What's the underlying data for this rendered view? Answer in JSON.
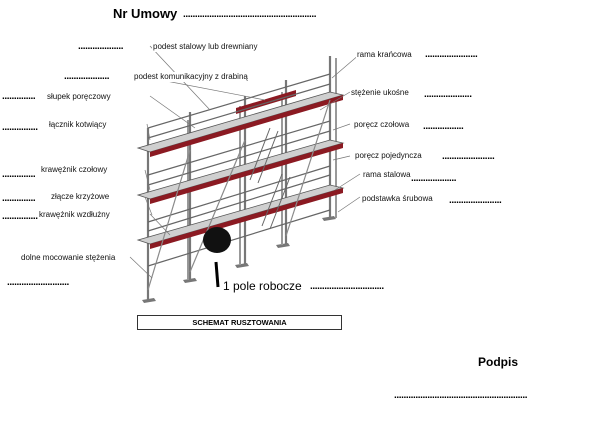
{
  "header": {
    "title": "Nr Umowy",
    "dots": "........................................................"
  },
  "labels_left": [
    {
      "id": "podest-stalowy",
      "text": "podest stalowy lub drewniany",
      "dots": "..................."
    },
    {
      "id": "podest-komunikacyjny",
      "text": "podest komunikacyjny z drabiną",
      "dots": "..................."
    },
    {
      "id": "slupek",
      "text": "słupek poręczowy",
      "dots": ".............."
    },
    {
      "id": "lacznik",
      "text": "łącznik kotwiący",
      "dots": "..............."
    },
    {
      "id": "krawęznik-czolowy",
      "text": "krawężnik czołowy",
      "dots": ".............."
    },
    {
      "id": "zlacze",
      "text": "złącze krzyżowe",
      "dots": ".............."
    },
    {
      "id": "krawęznik-wzdluzny",
      "text": "krawężnik wzdłużny",
      "dots": "..............."
    },
    {
      "id": "dolne-mocowanie",
      "text": "dolne mocowanie stężenia",
      "dots": ".........................."
    }
  ],
  "labels_right": [
    {
      "id": "rama-krancowa",
      "text": "rama krańcowa",
      "dots": "......................"
    },
    {
      "id": "stezenie",
      "text": "stężenie ukośne",
      "dots": "...................."
    },
    {
      "id": "porecz-czolowa",
      "text": "poręcz czołowa",
      "dots": "................."
    },
    {
      "id": "porecz-pojedyncza",
      "text": "poręcz pojedyncza",
      "dots": "......................"
    },
    {
      "id": "rama-stalowa",
      "text": "rama stalowa",
      "dots": "..................."
    },
    {
      "id": "podstawka",
      "text": "podstawka śrubowa",
      "dots": "......................"
    }
  ],
  "pole": {
    "text": "1 pole robocze",
    "dots": "..............................."
  },
  "schemat": {
    "text": "SCHEMAT RUSZTOWANIA"
  },
  "footer": {
    "podpis": "Podpis",
    "dots": "........................................................"
  },
  "colors": {
    "platform": "#8b1a22",
    "frame": "#888888",
    "ink": "#000000"
  }
}
